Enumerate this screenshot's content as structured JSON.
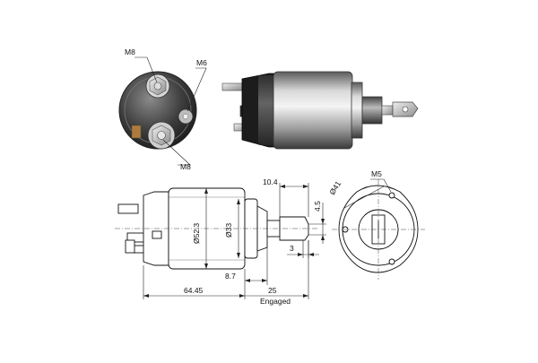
{
  "callouts": {
    "top_left": "M8",
    "top_right": "M6",
    "bottom": "M8"
  },
  "side_view": {
    "dia_outer": "Ø52.3",
    "dia_inner": "Ø33",
    "len_64_45": "64.45",
    "len_8_7": "8.7",
    "len_25": "25",
    "engaged": "Engaged",
    "len_10_4": "10.4",
    "len_4_5": "4.5",
    "len_3": "3"
  },
  "front_view": {
    "dia_41": "Ø41",
    "thread_m5": "M5"
  },
  "colors": {
    "steel_dark": "#4a4a4a",
    "steel_light": "#e8e8e8",
    "terminal_black": "#1a1a1a",
    "copper": "#b07a3e"
  }
}
